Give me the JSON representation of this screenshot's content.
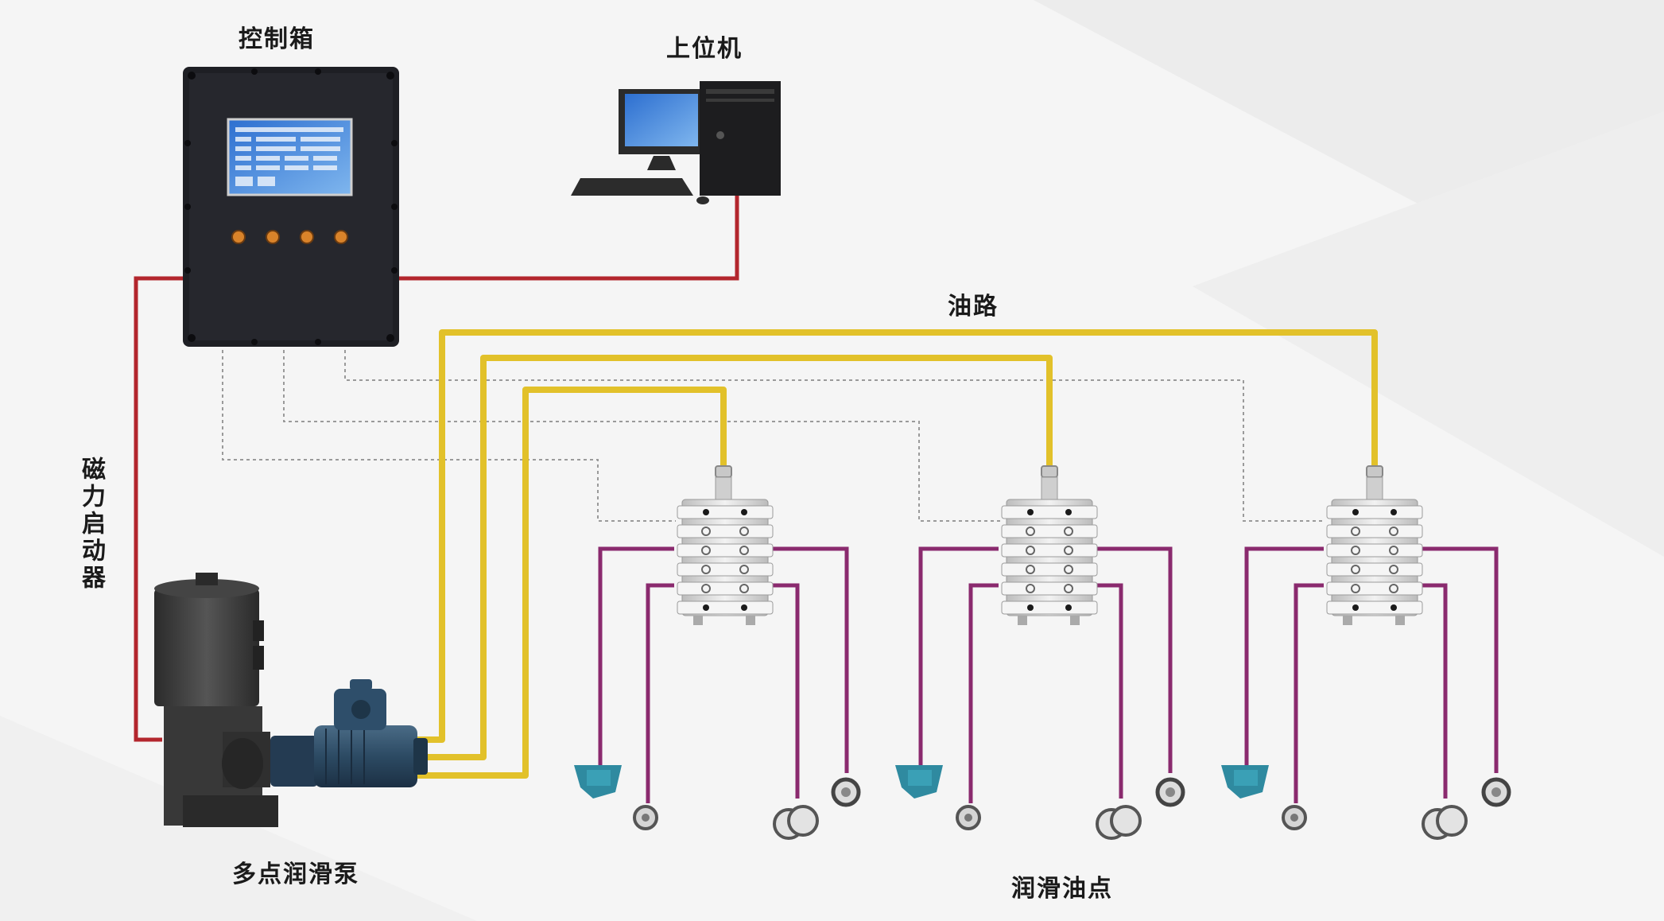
{
  "labels": {
    "control_box": "控制箱",
    "host_computer": "上位机",
    "oil_route": "油路",
    "magnetic_starter": "磁力启动器",
    "pump": "多点润滑泵",
    "lube_points": "润滑油点"
  },
  "colors": {
    "background": "#f5f5f5",
    "electric_line": "#b3262d",
    "oil_line": "#e2c12a",
    "signal_line": "#9a9a9a",
    "branch_line": "#8a2a6e",
    "cabinet": "#1e1f24",
    "screen": "#3f7fcf",
    "knob": "#d9832a",
    "distributor": "#d8d8d8",
    "pump_motor": "#2c4a63",
    "pump_body": "#3d3d3d"
  },
  "icons": {
    "control_box": "cabinet-icon",
    "host_computer": "desktop-computer-icon",
    "pump": "pump-icon",
    "distributor": "distributor-block-icon",
    "bearing": "bearing-icon"
  },
  "distributor_groups": 3,
  "lube_points_per_group": 4
}
